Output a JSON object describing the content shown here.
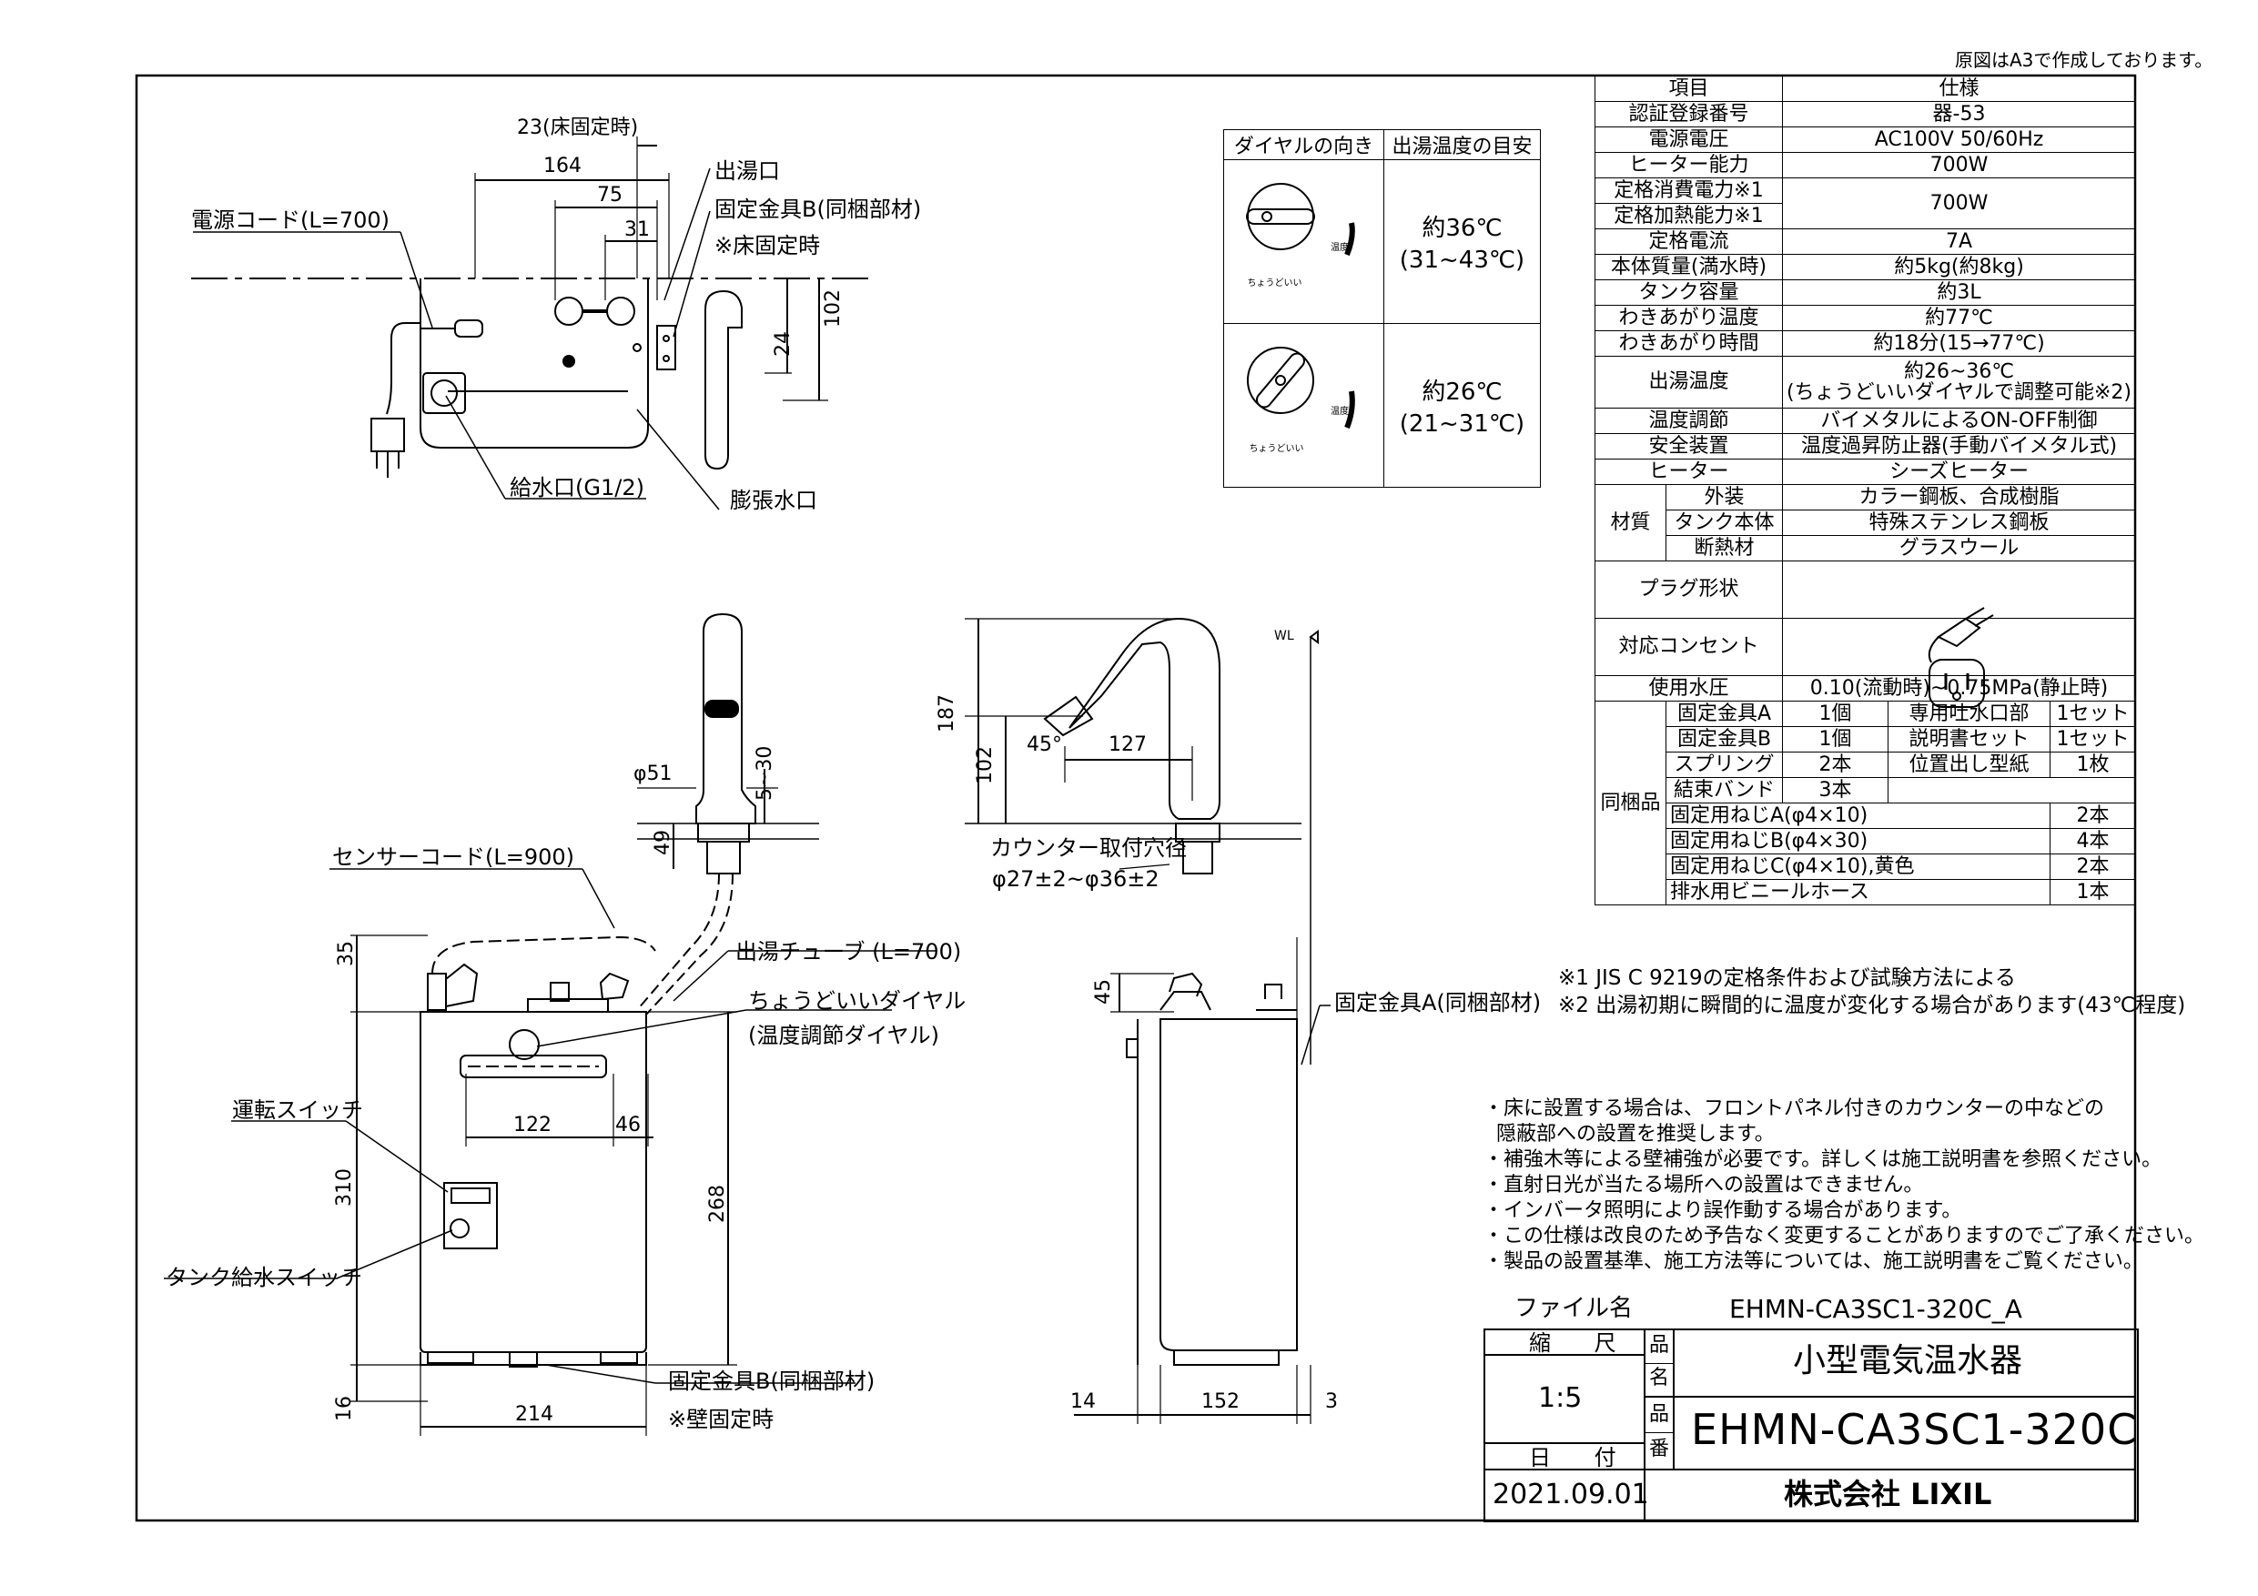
{
  "header_note": "原図はA3で作成しております。",
  "top_view": {
    "dim_23": "23(床固定時)",
    "dim_164": "164",
    "dim_75": "75",
    "dim_31": "31",
    "dim_102": "102",
    "dim_24": "24",
    "power_cord": "電源コード(L=700)",
    "outlet": "出湯口",
    "bracket_b": "固定金具B(同梱部材)",
    "floor_fixed": "※床固定時",
    "water_inlet": "給水口(G1/2)",
    "expansion_outlet": "膨張水口"
  },
  "faucet_front": {
    "dim_51": "φ51",
    "dim_5_30": "5~30",
    "dim_49": "49"
  },
  "faucet_side": {
    "wl": "WL",
    "dim_187": "187",
    "dim_102": "102",
    "dim_45": "45°",
    "dim_127": "127",
    "counter_hole": "カウンター取付穴径",
    "hole_size": "φ27±2~φ36±2"
  },
  "front_view": {
    "sensor_cord": "センサーコード(L=900)",
    "outlet_tube": "出湯チューブ (L=700)",
    "dial_label": "ちょうどいいダイヤル",
    "dial_sub": "(温度調節ダイヤル)",
    "run_switch": "運転スイッチ",
    "tank_switch": "タンク給水スイッチ",
    "dim_35": "35",
    "dim_310": "310",
    "dim_16": "16",
    "dim_122": "122",
    "dim_46": "46",
    "dim_268": "268",
    "dim_214": "214",
    "bracket_b": "固定金具B(同梱部材)",
    "wall_fixed": "※壁固定時"
  },
  "side_view": {
    "dim_45": "45",
    "bracket_a": "固定金具A(同梱部材)",
    "dim_14": "14",
    "dim_152": "152",
    "dim_3": "3"
  },
  "dial_table": {
    "headers": [
      "ダイヤルの向き",
      "出湯温度の目安"
    ],
    "rows": [
      {
        "temp": "約36℃",
        "range": "(31~43℃)",
        "dial_text": "ちょうどいい",
        "mark": "温度"
      },
      {
        "temp": "約26℃",
        "range": "(21~31℃)",
        "dial_text": "ちょうどいい",
        "mark": "温度"
      }
    ]
  },
  "spec": {
    "head_item": "項目",
    "head_spec": "仕様",
    "rows": [
      {
        "item": "認証登録番号",
        "value": "器-53"
      },
      {
        "item": "電源電圧",
        "value": "AC100V 50/60Hz"
      },
      {
        "item": "ヒーター能力",
        "value": "700W"
      },
      {
        "item": "定格消費電力※1",
        "value": "700W"
      },
      {
        "item": "定格加熱能力※1",
        "value": ""
      },
      {
        "item": "定格電流",
        "value": "7A"
      },
      {
        "item": "本体質量(満水時)",
        "value": "約5kg(約8kg)"
      },
      {
        "item": "タンク容量",
        "value": "約3L"
      },
      {
        "item": "わきあがり温度",
        "value": "約77℃"
      },
      {
        "item": "わきあがり時間",
        "value": "約18分(15→77℃)"
      }
    ],
    "outlet_temp_item": "出湯温度",
    "outlet_temp_1": "約26~36℃",
    "outlet_temp_2": "(ちょうどいいダイヤルで調整可能※2)",
    "rows2": [
      {
        "item": "温度調節",
        "value": "バイメタルによるON-OFF制御"
      },
      {
        "item": "安全装置",
        "value": "温度過昇防止器(手動バイメタル式)"
      },
      {
        "item": "ヒーター",
        "value": "シーズヒーター"
      }
    ],
    "material": "材質",
    "material_rows": [
      {
        "item": "外装",
        "value": "カラー鋼板、合成樹脂"
      },
      {
        "item": "タンク本体",
        "value": "特殊ステンレス鋼板"
      },
      {
        "item": "断熱材",
        "value": "グラスウール"
      }
    ],
    "plug": "プラグ形状",
    "outlet": "対応コンセント",
    "pressure_item": "使用水圧",
    "pressure_value": "0.10(流動時)~0.75MPa(静止時)",
    "included": "同梱品",
    "included_rows": [
      [
        "固定金具A",
        "1個",
        "専用吐水口部",
        "1セット"
      ],
      [
        "固定金具B",
        "1個",
        "説明書セット",
        "1セット"
      ],
      [
        "スプリング",
        "2本",
        "位置出し型紙",
        "1枚"
      ],
      [
        "結束バンド",
        "3本",
        "",
        ""
      ]
    ],
    "included_rows2": [
      [
        "固定用ねじA(φ4×10)",
        "2本"
      ],
      [
        "固定用ねじB(φ4×30)",
        "4本"
      ],
      [
        "固定用ねじC(φ4×10),黄色",
        "2本"
      ],
      [
        "排水用ビニールホース",
        "1本"
      ]
    ]
  },
  "footnotes": [
    "※1 JIS C 9219の定格条件および試験方法による",
    "※2 出湯初期に瞬間的に温度が変化する場合があります(43℃程度)"
  ],
  "notes": [
    "・床に設置する場合は、フロントパネル付きのカウンターの中などの",
    "  隠蔽部への設置を推奨します。",
    "・補強木等による壁補強が必要です。詳しくは施工説明書を参照ください。",
    "・直射日光が当たる場所への設置はできません。",
    "・インバータ照明により誤作動する場合があります。",
    "・この仕様は改良のため予告なく変更することがありますのでご了承ください。",
    "・製品の設置基準、施工方法等については、施工説明書をご覧ください。"
  ],
  "title_block": {
    "file_label": "ファイル名",
    "file_name": "EHMN-CA3SC1-320C_A",
    "scale_label": "縮 尺",
    "scale": "1:5",
    "date_label": "日 付",
    "date": "2021.09.01",
    "name_label_1": "品",
    "name_label_2": "名",
    "product_name": "小型電気温水器",
    "code_label_1": "品",
    "code_label_2": "番",
    "product_code": "EHMN-CA3SC1-320C",
    "company": "株式会社 LIXIL"
  }
}
